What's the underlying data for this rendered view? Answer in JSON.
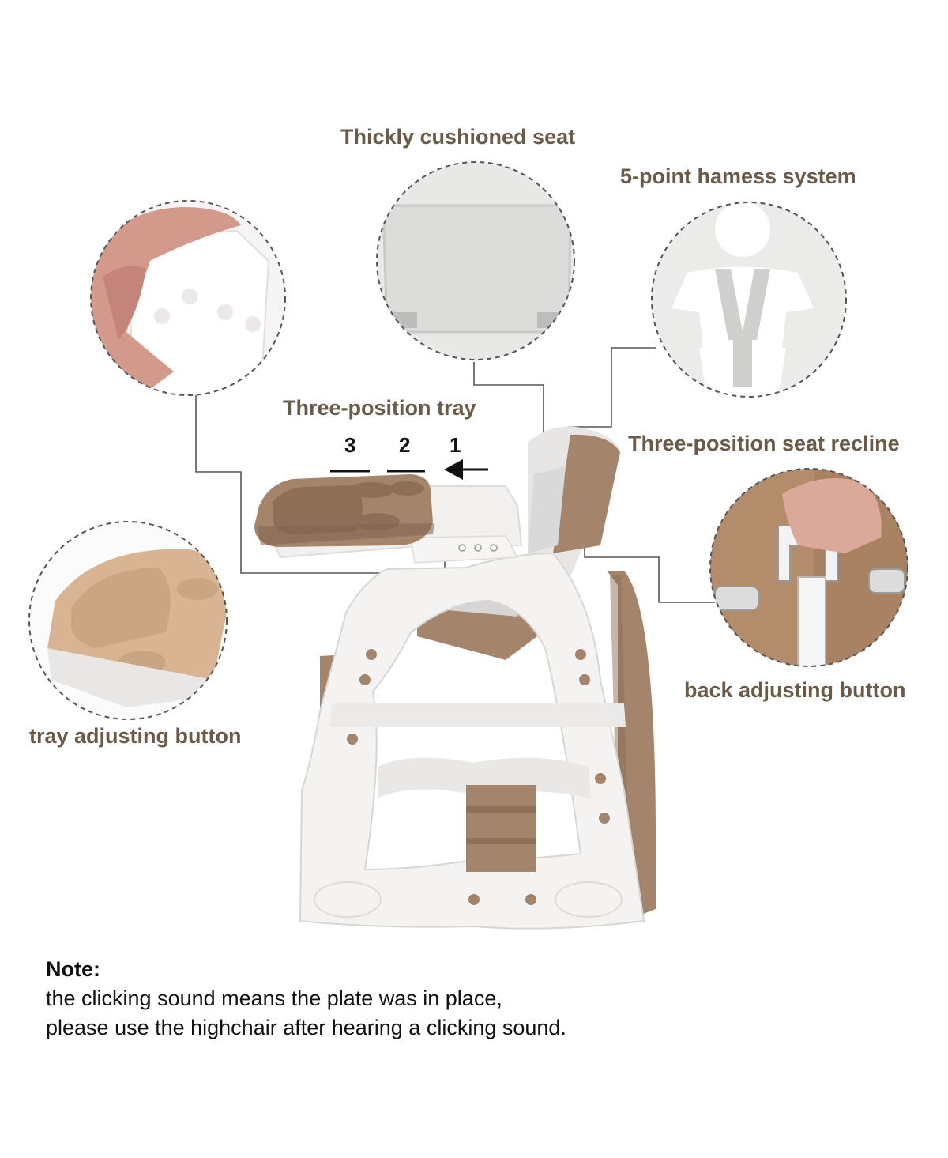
{
  "colors": {
    "label_text": "#6a5a47",
    "accent_brown": "#a4846a",
    "frame_white": "#f4f3f2",
    "note_text": "#111111"
  },
  "callouts": {
    "seat": "Thickly cushioned seat",
    "harness": "5-point hamess system",
    "tray": "Three-position tray",
    "recline": "Three-position seat recline",
    "back_button": "back adjusting button",
    "tray_button": "tray adjusting button"
  },
  "tray_positions": [
    "3",
    "2",
    "1"
  ],
  "note": {
    "title": "Note:",
    "line1": "the clicking sound means the plate was in place,",
    "line2": "please use the highchair after hearing a clicking sound."
  },
  "icons": {
    "direction_arrow": "arrow-left-icon"
  }
}
